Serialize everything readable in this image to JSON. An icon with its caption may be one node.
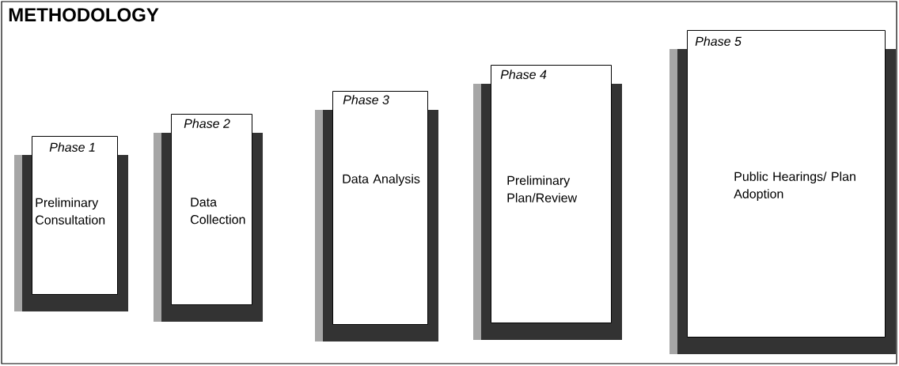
{
  "diagram": {
    "title": "METHODOLOGY",
    "nodes": [
      {
        "text": [
          "Phase 1",
          "Preliminary Consultation"
        ]
      },
      {
        "text": [
          "Phase 2",
          "Data Collection"
        ]
      },
      {
        "text": [
          "Phase 3",
          "Data Analysis"
        ]
      },
      {
        "text": [
          "Phase 4",
          "Preliminary Plan/Review"
        ]
      },
      {
        "text": [
          "Phase 5",
          "Public Hearings/ Plan Adoption"
        ]
      }
    ]
  }
}
